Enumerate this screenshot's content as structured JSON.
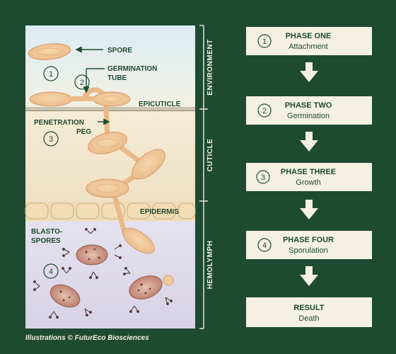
{
  "illustration": {
    "labels": {
      "spore": "SPORE",
      "germination_tube_1": "GERMINATION",
      "germination_tube_2": "TUBE",
      "epicuticle": "EPICUTICLE",
      "penetration_peg_1": "PENETRATION",
      "penetration_peg_2": "PEG",
      "epidermis": "EPIDERMIS",
      "blastospores_1": "BLASTO-",
      "blastospores_2": "SPORES"
    },
    "step_numbers": [
      "1",
      "2",
      "3",
      "4"
    ],
    "zones": [
      "ENVIRONMENT",
      "CUTICLE",
      "HEMOLYMPH"
    ],
    "credit": "Illustrations © FuturEco Biosciences"
  },
  "phases": [
    {
      "number": "1",
      "title": "PHASE ONE",
      "subtitle": "Attachment"
    },
    {
      "number": "2",
      "title": "PHASE TWO",
      "subtitle": "Germination"
    },
    {
      "number": "3",
      "title": "PHASE THREE",
      "subtitle": "Growth"
    },
    {
      "number": "4",
      "title": "PHASE FOUR",
      "subtitle": "Sporulation"
    }
  ],
  "result": {
    "title": "RESULT",
    "subtitle": "Death"
  },
  "colors": {
    "background": "#1e4a32",
    "box": "#f4f0e2",
    "text": "#1e4a32",
    "cell": "#f2c99a",
    "cell_outline": "#d6996a",
    "blastospore": "#c9877a"
  }
}
